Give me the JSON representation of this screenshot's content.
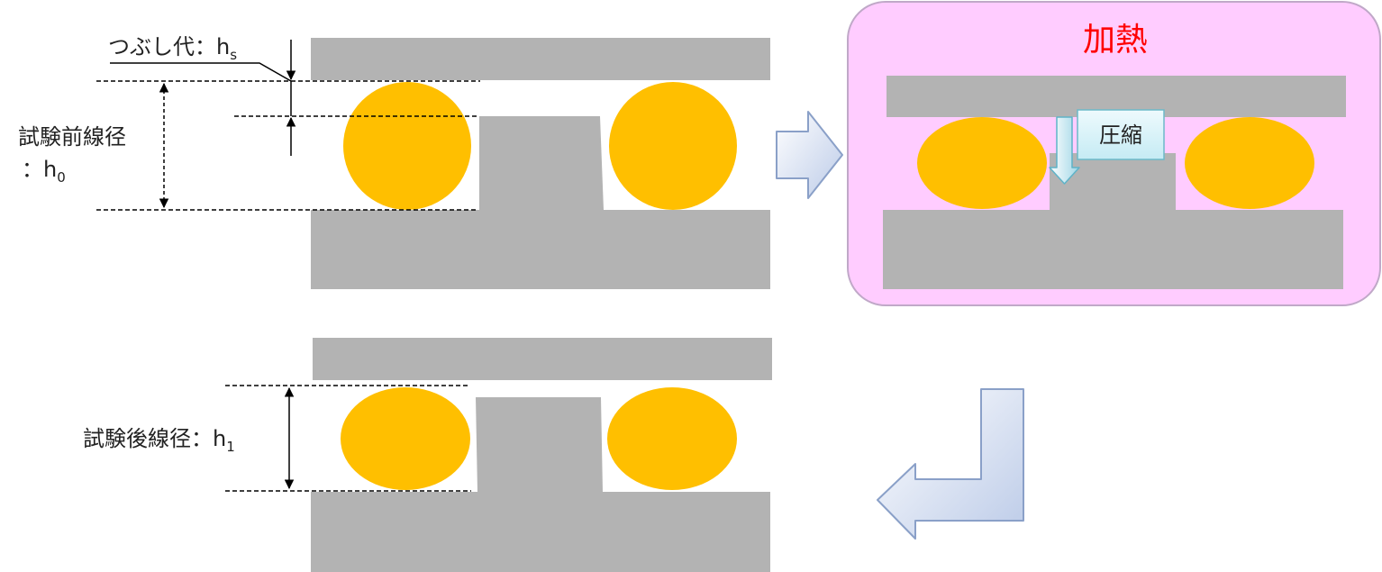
{
  "labels": {
    "crush_text": "つぶし代：h",
    "crush_sub": "s",
    "before_diameter_line1": "試験前線径",
    "before_diameter_line2": "：h",
    "before_sub": "0",
    "after_diameter_text": "試験後線径：h",
    "after_sub": "1",
    "heating_title": "加熱",
    "compression_label": "圧縮"
  },
  "colors": {
    "housing": "#b3b3b3",
    "oring": "#ffbf00",
    "heat_panel_fill": "#ffccff",
    "heat_panel_border": "#c0a8c8",
    "heating_title": "#ff0000",
    "arrow_fill_light": "#ffffff",
    "arrow_fill_dark": "#bccbe8",
    "arrow_stroke": "#8aa0c8",
    "compress_box_fill": "#d6f2f8",
    "compress_box_stroke": "#6cb9c9",
    "dimension_line": "#000000"
  },
  "icons": {
    "flow_right": "right-arrow-icon",
    "flow_return": "return-arrow-icon",
    "compress_down": "down-arrow-icon"
  }
}
